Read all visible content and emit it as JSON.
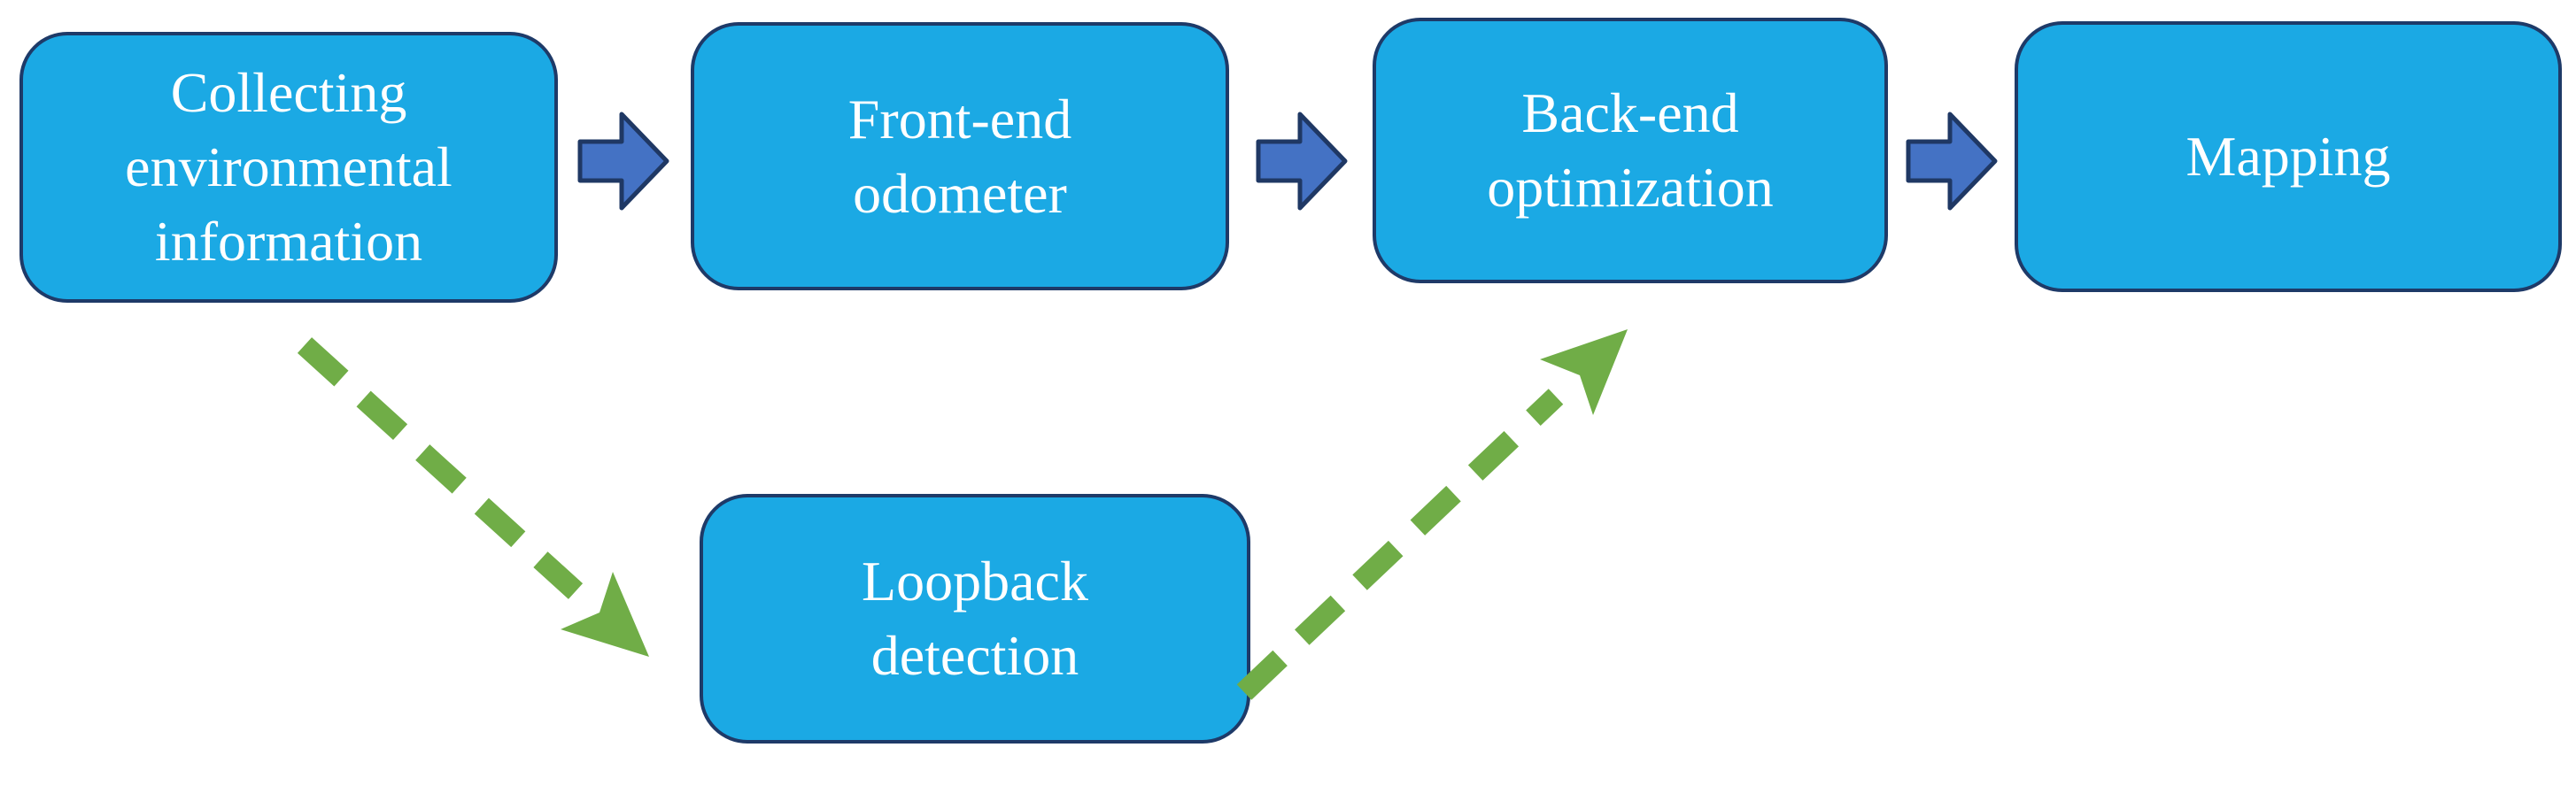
{
  "diagram": {
    "type": "flowchart",
    "description": "SLAM process flow diagram with four sequential stages and a loopback detection branch"
  },
  "nodes": [
    {
      "id": "collect",
      "label": "Collecting environmental information"
    },
    {
      "id": "frontend",
      "label": "Front-end odometer"
    },
    {
      "id": "backend",
      "label": "Back-end optimization"
    },
    {
      "id": "mapping",
      "label": "Mapping"
    },
    {
      "id": "loopback",
      "label": "Loopback detection"
    }
  ],
  "edges": [
    {
      "from": "collect",
      "to": "frontend",
      "style": "block-arrow",
      "color": "#4472C4"
    },
    {
      "from": "frontend",
      "to": "backend",
      "style": "block-arrow",
      "color": "#4472C4"
    },
    {
      "from": "backend",
      "to": "mapping",
      "style": "block-arrow",
      "color": "#4472C4"
    },
    {
      "from": "collect",
      "to": "loopback",
      "style": "dashed-arrow",
      "color": "#70AD47"
    },
    {
      "from": "loopback",
      "to": "backend",
      "style": "dashed-arrow",
      "color": "#70AD47"
    }
  ],
  "colors": {
    "background": "#FFFFFF",
    "node_fill": "#1BA9E4",
    "node_border": "#1E3A68",
    "node_text": "#FFFFFF",
    "block_arrow_fill": "#4472C4",
    "block_arrow_border": "#1F3864",
    "dashed_arrow": "#70AD47"
  }
}
